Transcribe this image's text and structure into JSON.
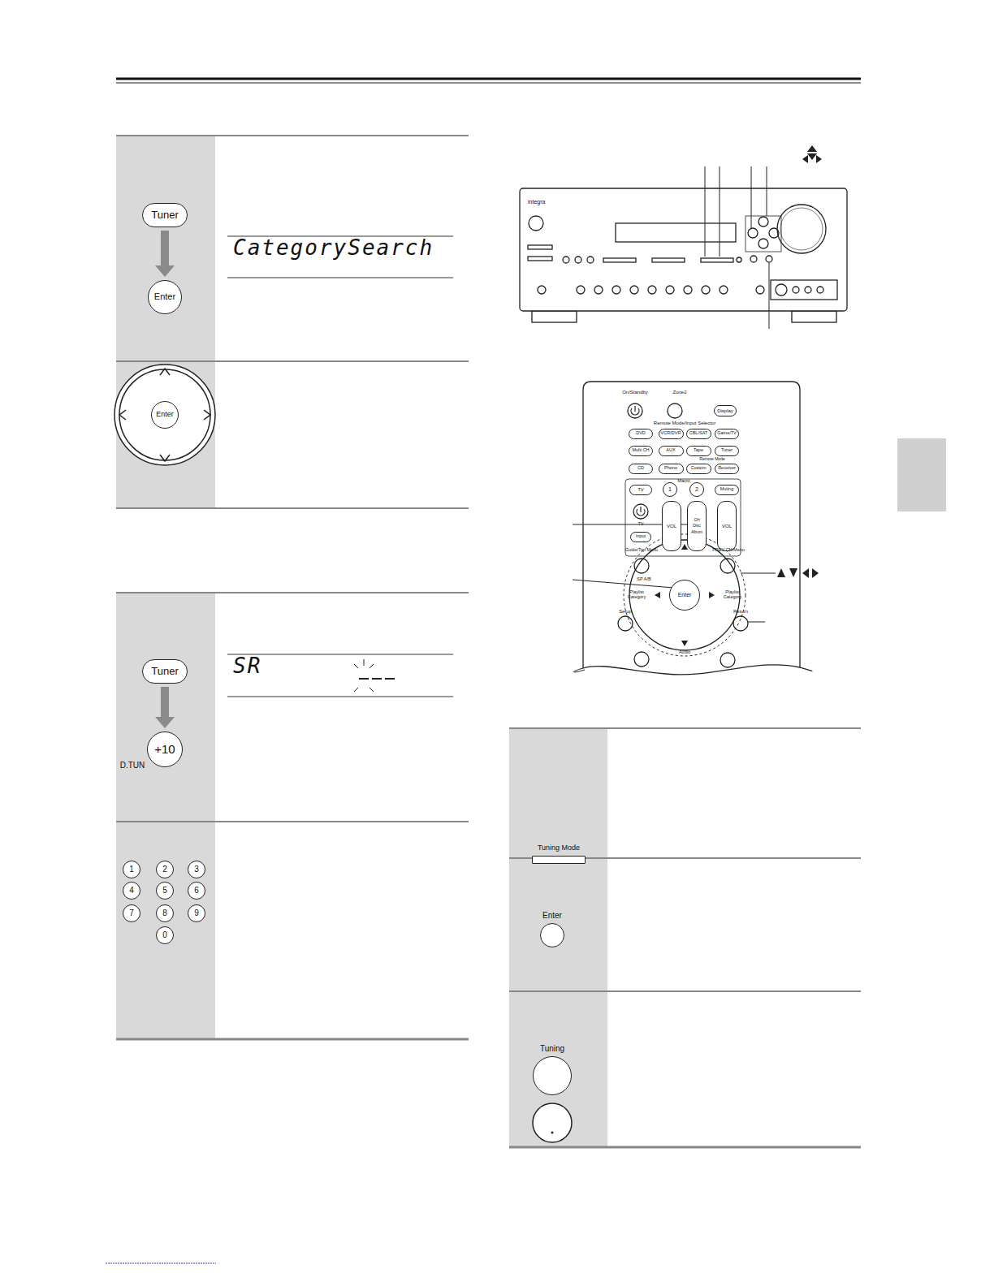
{
  "diagram": {
    "nodes": [
      {
        "text": [
          "Tuner"
        ]
      },
      {
        "text": [
          "Enter"
        ]
      },
      {
        "text": [
          "Enter"
        ]
      },
      {
        "text": [
          "Tuner"
        ]
      },
      {
        "text": [
          "+10"
        ]
      },
      {
        "text": [
          "1"
        ]
      },
      {
        "text": [
          "2"
        ]
      },
      {
        "text": [
          "3"
        ]
      },
      {
        "text": [
          "4"
        ]
      },
      {
        "text": [
          "5"
        ]
      },
      {
        "text": [
          "6"
        ]
      },
      {
        "text": [
          "7"
        ]
      },
      {
        "text": [
          "8"
        ]
      },
      {
        "text": [
          "9"
        ]
      },
      {
        "text": [
          "0"
        ]
      },
      {
        "text": [
          "Display"
        ]
      },
      {
        "text": [
          "DVD"
        ]
      },
      {
        "text": [
          "VCR/DVR"
        ]
      },
      {
        "text": [
          "CBL/SAT"
        ]
      },
      {
        "text": [
          "Game/TV"
        ]
      },
      {
        "text": [
          "Multi CH"
        ]
      },
      {
        "text": [
          "AUX"
        ]
      },
      {
        "text": [
          "Tape"
        ]
      },
      {
        "text": [
          "Tuner"
        ]
      },
      {
        "text": [
          "CD"
        ]
      },
      {
        "text": [
          "Phono"
        ]
      },
      {
        "text": [
          "Custom"
        ]
      },
      {
        "text": [
          "Receiver"
        ]
      },
      {
        "text": [
          "TV"
        ]
      },
      {
        "text": [
          "1"
        ]
      },
      {
        "text": [
          "2"
        ]
      },
      {
        "text": [
          "Muting"
        ]
      },
      {
        "text": [
          "Input"
        ]
      },
      {
        "text": [
          "VOL"
        ]
      },
      {
        "text": [
          "CH",
          "Disc",
          "Album"
        ]
      },
      {
        "text": [
          "VOL"
        ]
      },
      {
        "text": [
          "Enter"
        ]
      },
      {
        "text": [
          "Tuning Mode"
        ]
      },
      {
        "text": [
          "Enter"
        ]
      },
      {
        "text": [
          "Tuning"
        ]
      }
    ],
    "edges": [
      {
        "from": 0,
        "to": 1,
        "arrow": "to"
      },
      {
        "from": 3,
        "to": 4,
        "arrow": "to"
      }
    ],
    "labels": [
      "CategorySearch",
      "SR",
      "D.TUN",
      "integra",
      "On/Standby",
      "Zone2",
      "Remote Mode/Input Selector",
      "Remote Mode",
      "Macro",
      "TV",
      "Guide/Top Menu",
      "PREV CH/Menu",
      "SP A/B",
      "Playlist Category",
      "Playlist Category",
      "Setup",
      "Return",
      "Audio"
    ]
  }
}
